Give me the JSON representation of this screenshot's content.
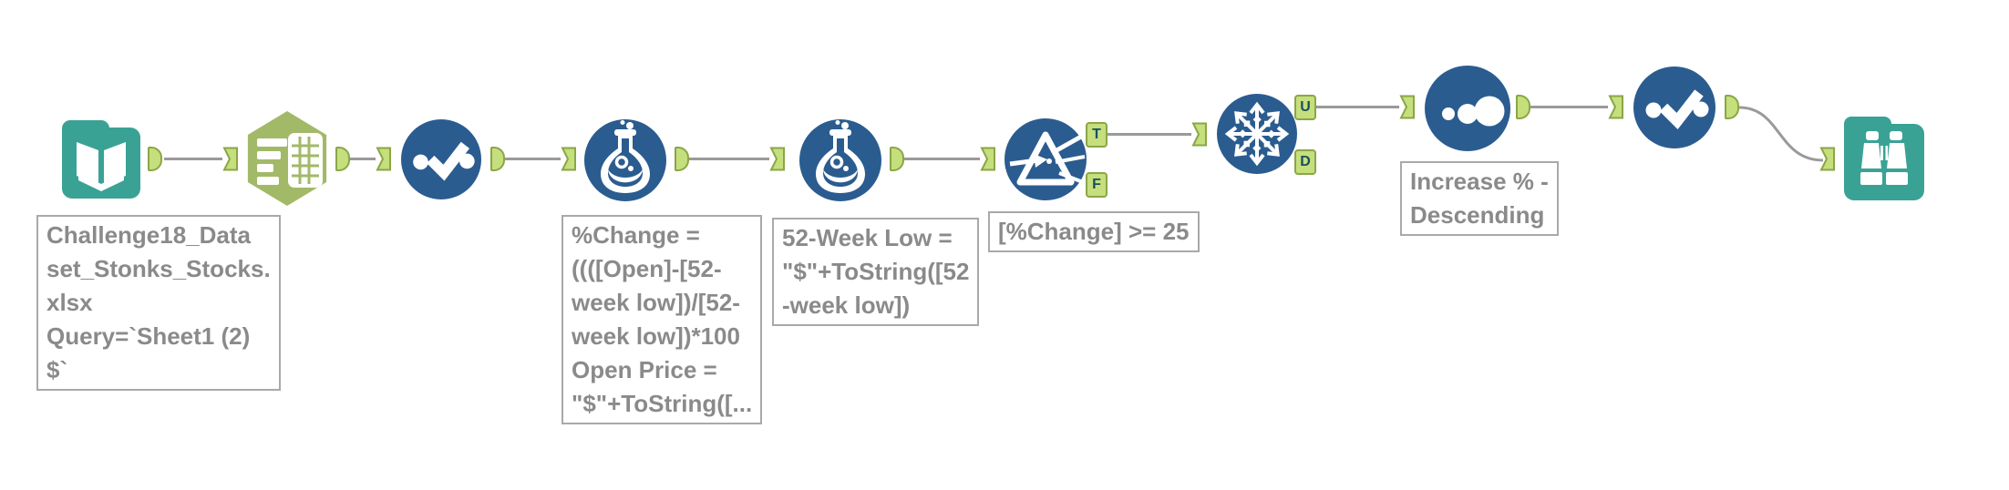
{
  "workflow": {
    "tools": [
      {
        "name": "input-data",
        "icon": "book-icon",
        "annotation": "Challenge18_Data\nset_Stonks_Stocks.\nxlsx\nQuery=`Sheet1 (2)\n$`"
      },
      {
        "name": "text-to-columns",
        "icon": "text-columns-icon"
      },
      {
        "name": "select-1",
        "icon": "check-dots-icon"
      },
      {
        "name": "formula-1",
        "icon": "flask-icon",
        "annotation": "%Change =\n((([Open]-[52-\nweek low])/[52-\nweek low])*100\nOpen Price =\n\"$\"+ToString([..."
      },
      {
        "name": "formula-2",
        "icon": "flask-icon",
        "annotation": "52-Week Low =\n\"$\"+ToString([52\n-week low])"
      },
      {
        "name": "filter",
        "icon": "prism-icon",
        "annotation": "[%Change] >= 25"
      },
      {
        "name": "unique",
        "icon": "snowflake-icon"
      },
      {
        "name": "sort",
        "icon": "dots-icon",
        "annotation": "Increase % -\nDescending"
      },
      {
        "name": "select-2",
        "icon": "check-dots-icon"
      },
      {
        "name": "browse",
        "icon": "binoculars-icon"
      }
    ],
    "anchor_labels": {
      "t": "T",
      "f": "F",
      "u": "U",
      "d": "D"
    },
    "colors": {
      "tool_blue": "#2b5c90",
      "tool_teal": "#3aa295",
      "tool_olive": "#a2b968",
      "anchor_green": "#c6df7d",
      "anchor_border": "#8aa647",
      "anchor_letter": "#18505f",
      "wire": "#9a9a9a",
      "annotation_text": "#8a8a8a",
      "annotation_border": "#a9a9a9"
    }
  }
}
